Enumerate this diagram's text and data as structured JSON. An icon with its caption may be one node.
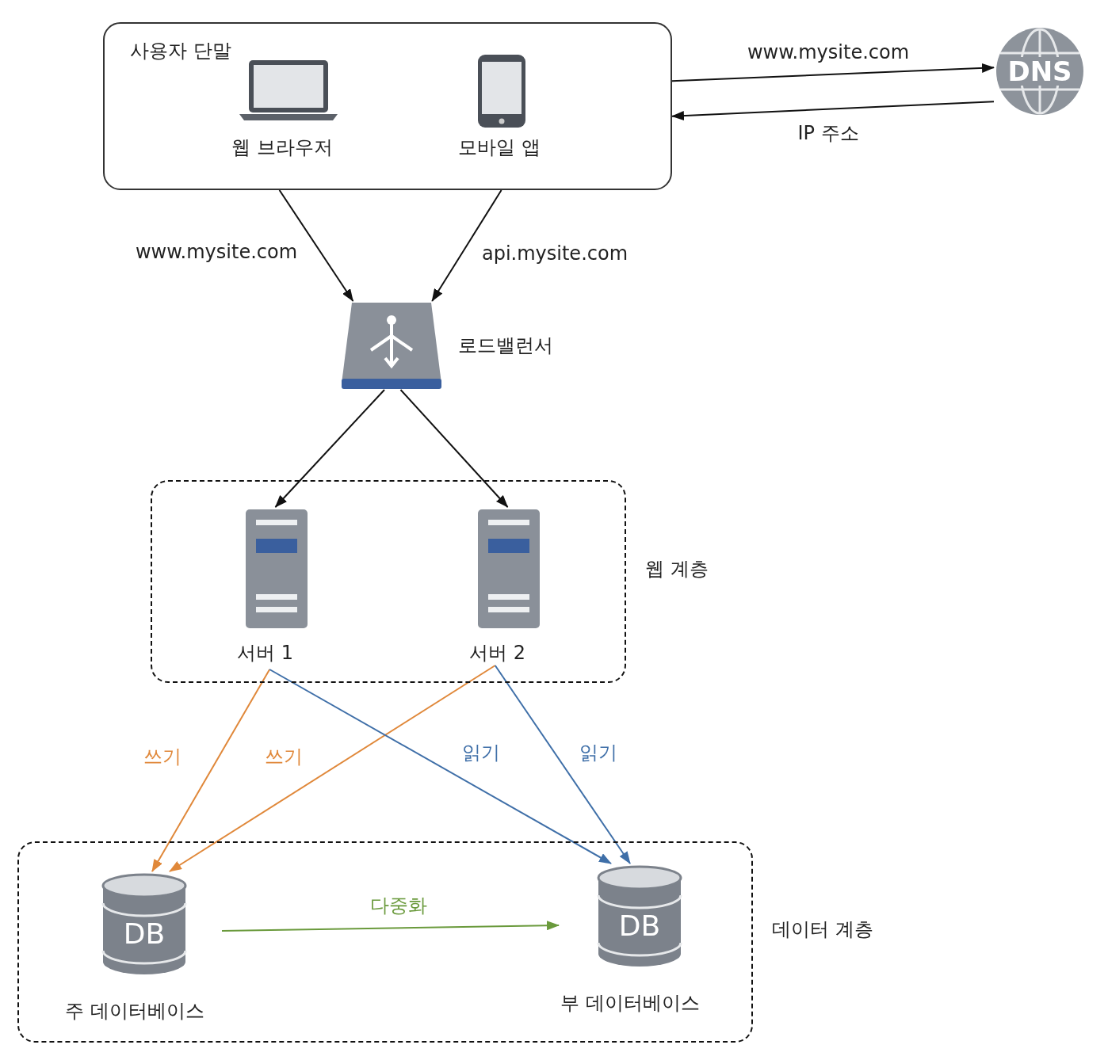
{
  "diagram": {
    "nodes": [
      {
        "text": [
          "사용자 단말"
        ]
      },
      {
        "text": [
          "웹 브라우저"
        ],
        "in": 0
      },
      {
        "text": [
          "모바일 앱"
        ],
        "in": 0
      },
      {
        "text": [
          "DNS"
        ]
      },
      {
        "text": [],
        "shape": "box",
        "beside": [
          "로드밸런서"
        ]
      },
      {
        "text": [
          "웹 계층"
        ]
      },
      {
        "text": [
          "서버 1"
        ],
        "in": 5
      },
      {
        "text": [
          "서버 2"
        ],
        "in": 5
      },
      {
        "text": [
          "데이터 계층"
        ]
      },
      {
        "text": [
          "DB",
          "주 데이터베이스"
        ],
        "in": 8
      },
      {
        "text": [
          "DB",
          "부 데이터베이스"
        ],
        "in": 8
      }
    ],
    "edges": [
      {
        "from": 0,
        "to": 3,
        "arrow": "to",
        "label": "www.mysite.com"
      },
      {
        "from": 3,
        "to": 0,
        "arrow": "to",
        "label": "IP 주소"
      },
      {
        "from": 0,
        "to": 4,
        "arrow": "to",
        "label": "www.mysite.com"
      },
      {
        "from": 0,
        "to": 4,
        "arrow": "to",
        "label": "api.mysite.com"
      },
      {
        "from": 4,
        "to": 6,
        "arrow": "to"
      },
      {
        "from": 4,
        "to": 7,
        "arrow": "to"
      },
      {
        "from": 6,
        "to": 9,
        "arrow": "to",
        "label": "쓰기",
        "color": "#e0883a"
      },
      {
        "from": 7,
        "to": 9,
        "arrow": "to",
        "label": "쓰기",
        "color": "#e0883a"
      },
      {
        "from": 6,
        "to": 10,
        "arrow": "to",
        "label": "읽기",
        "color": "#3f6fa8"
      },
      {
        "from": 7,
        "to": 10,
        "arrow": "to",
        "label": "읽기",
        "color": "#3f6fa8"
      },
      {
        "from": 9,
        "to": 10,
        "arrow": "to",
        "label": "다중화",
        "color": "#6a9a3c"
      }
    ]
  }
}
